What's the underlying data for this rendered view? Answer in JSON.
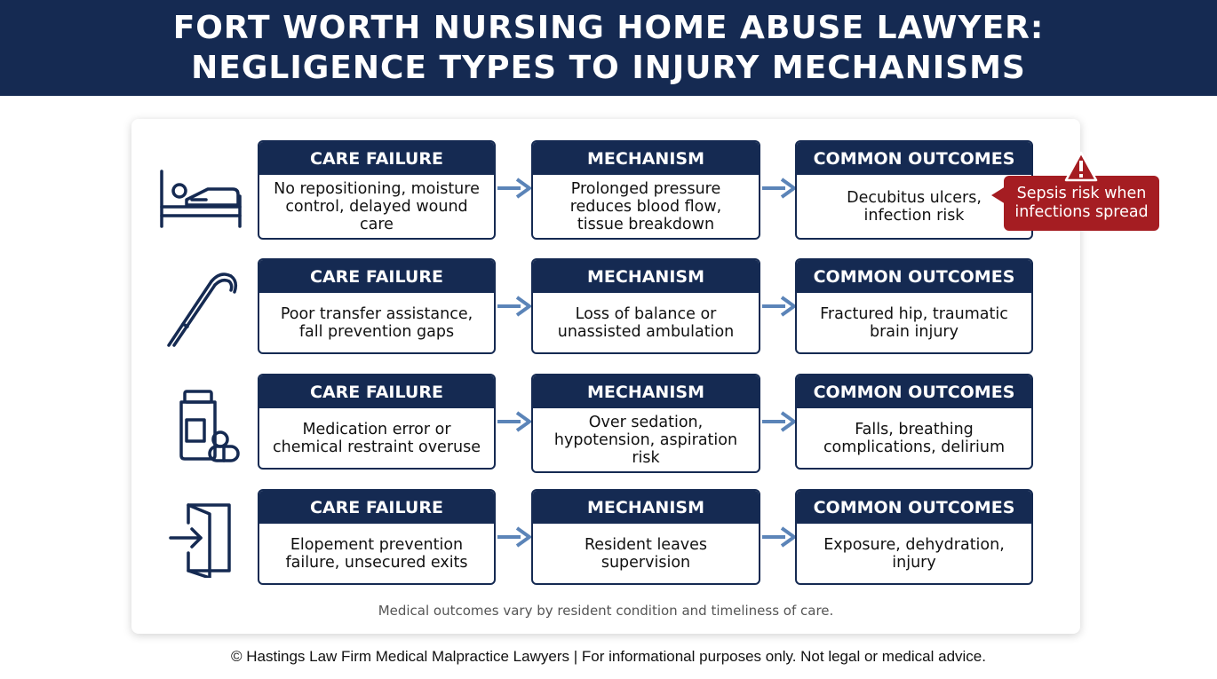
{
  "header": {
    "title_line1": "FORT WORTH NURSING HOME ABUSE LAWYER:",
    "title_line2": "NEGLIGENCE TYPES TO INJURY MECHANISMS"
  },
  "column_headers": {
    "failure": "CARE FAILURE",
    "mechanism": "MECHANISM",
    "outcome": "COMMON OUTCOMES"
  },
  "rows": [
    {
      "icon": "hospital-bed-icon",
      "failure": [
        "No repositioning, moisture",
        "control, delayed wound",
        "care"
      ],
      "mechanism": [
        "Prolonged pressure",
        "reduces blood flow,",
        "tissue breakdown"
      ],
      "outcome": [
        "Decubitus ulcers,",
        "infection risk"
      ]
    },
    {
      "icon": "cane-icon",
      "failure": [
        "Poor transfer assistance,",
        "fall prevention gaps"
      ],
      "mechanism": [
        "Loss of balance or",
        "unassisted ambulation"
      ],
      "outcome": [
        "Fractured hip, traumatic",
        "brain injury"
      ]
    },
    {
      "icon": "medication-bottle-icon",
      "failure": [
        "Medication error or",
        "chemical restraint overuse"
      ],
      "mechanism": [
        "Over sedation,",
        "hypotension, aspiration",
        "risk"
      ],
      "outcome": [
        "Falls, breathing",
        "complications, delirium"
      ]
    },
    {
      "icon": "exit-door-icon",
      "failure": [
        "Elopement prevention",
        "failure, unsecured exits"
      ],
      "mechanism": [
        "Resident leaves",
        "supervision"
      ],
      "outcome": [
        "Exposure, dehydration,",
        "injury"
      ]
    }
  ],
  "alert": {
    "icon": "warning-icon",
    "line1": "Sepsis risk when",
    "line2": "infections spread"
  },
  "note": "Medical outcomes vary by resident condition and timeliness of care.",
  "footer": "© Hastings Law Firm Medical Malpractice Lawyers | For informational purposes only. Not legal or medical advice.",
  "colors": {
    "navy": "#152a52",
    "arrow": "#5b84b8",
    "alert": "#a51d22"
  }
}
